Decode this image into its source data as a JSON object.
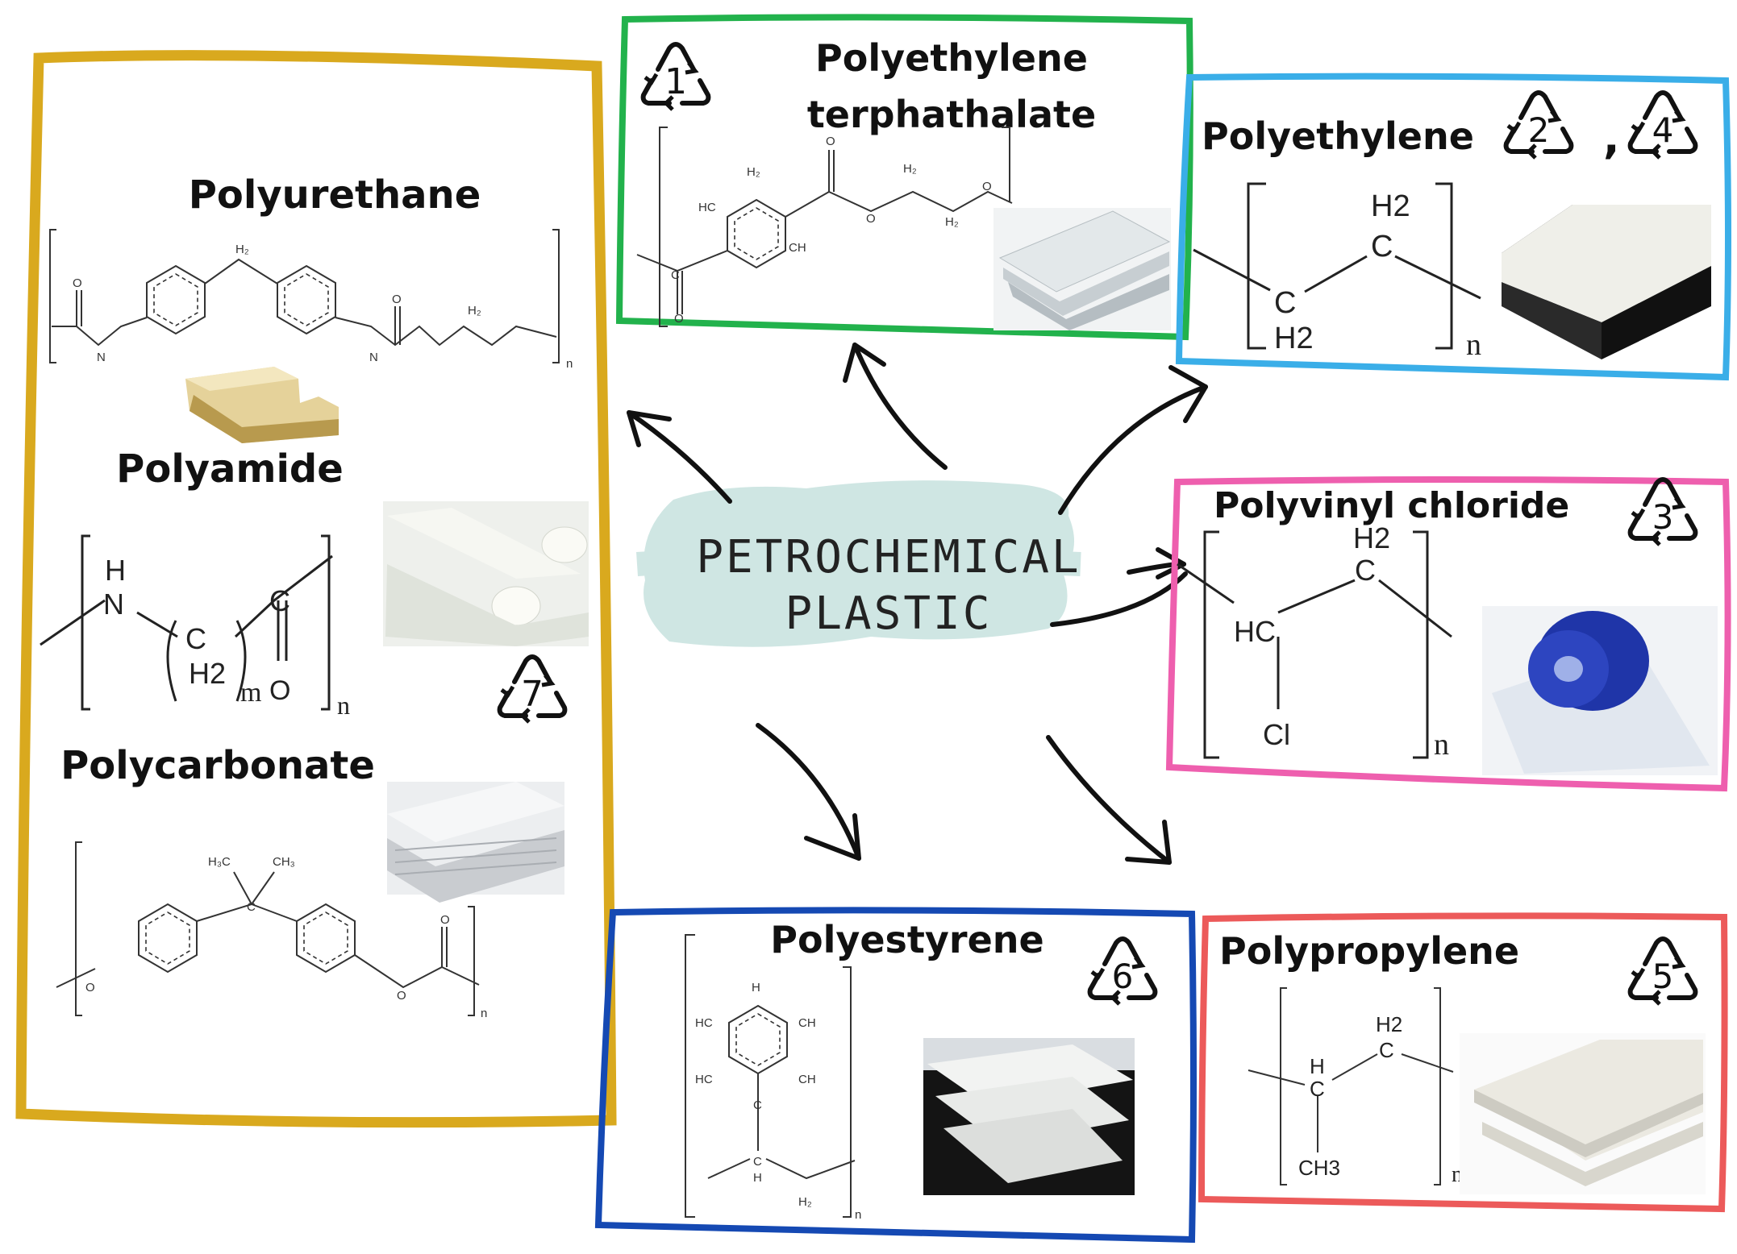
{
  "center": {
    "line1": "PETROCHEMICAL",
    "line2": "PLASTIC"
  },
  "panels": {
    "pet": {
      "title_line1": "Polyethylene",
      "title_line2": "terphathalate",
      "recycle_code": "1",
      "color": "#22b24c"
    },
    "pe": {
      "title": "Polyethylene",
      "recycle_codes": [
        "2",
        "4"
      ],
      "separator": ",",
      "color": "#3aaee8",
      "h2": "H2",
      "c": "C",
      "n": "n"
    },
    "pvc": {
      "title": "Polyvinyl chloride",
      "recycle_code": "3",
      "color": "#ee5fae",
      "h2": "H2",
      "c": "C",
      "hc": "HC",
      "cl": "Cl",
      "n": "n"
    },
    "pp": {
      "title": "Polypropylene",
      "recycle_code": "5",
      "color": "#ec5a5a",
      "h2": "H2",
      "c": "C",
      "h": "H",
      "ch3": "CH3",
      "n": "n"
    },
    "ps": {
      "title": "Polyestyrene",
      "recycle_code": "6",
      "color": "#1549b3"
    },
    "group7": {
      "color": "#d9a91e",
      "recycle_code": "7",
      "polyurethane": {
        "title": "Polyurethane"
      },
      "polyamide": {
        "title": "Polyamide",
        "h": "H",
        "n_atom": "N",
        "c": "C",
        "o": "O",
        "h2": "H2",
        "m": "m",
        "n": "n"
      },
      "polycarbonate": {
        "title": "Polycarbonate"
      }
    }
  },
  "colors": {
    "center_brush": "#cfe6e3",
    "arrow": "#111111"
  }
}
